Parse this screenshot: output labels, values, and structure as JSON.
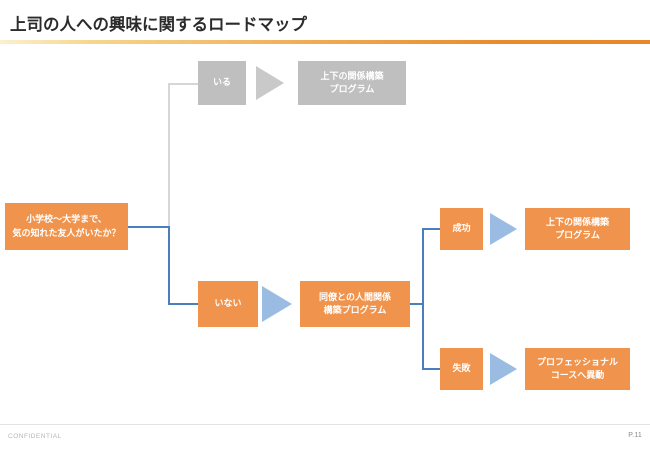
{
  "slide": {
    "title": "上司の人への興味に関するロードマップ",
    "accent_color": "#E8882A",
    "orange": "#F0944D",
    "gray": "#BFBFBF",
    "arrow_blue": "#9BBCE2",
    "arrow_gray": "#C9C9C9",
    "connector_blue": "#4A7EBC",
    "connector_gray": "#D6D6D6"
  },
  "footer": {
    "left_label": "CONFIDENTIAL",
    "page_label": "P.11"
  },
  "flow": {
    "question": {
      "line1": "小学校〜大学まで、",
      "line2": "気の知れた友人がいたか？"
    },
    "branch_yes": {
      "label": "いる",
      "arrow": "triangle-right-icon",
      "outcome_line1": "上下の関係構築",
      "outcome_line2": "プログラム"
    },
    "branch_no": {
      "label": "いない",
      "arrow": "triangle-right-icon",
      "program_line1": "同僚との人間関係",
      "program_line2": "構築プログラム"
    },
    "branch_success": {
      "label": "成功",
      "arrow": "triangle-right-icon",
      "outcome_line1": "上下の関係構築",
      "outcome_line2": "プログラム"
    },
    "branch_failure": {
      "label": "失敗",
      "arrow": "triangle-right-icon",
      "outcome_line1": "プロフェッショナル",
      "outcome_line2": "コースへ異動"
    }
  }
}
